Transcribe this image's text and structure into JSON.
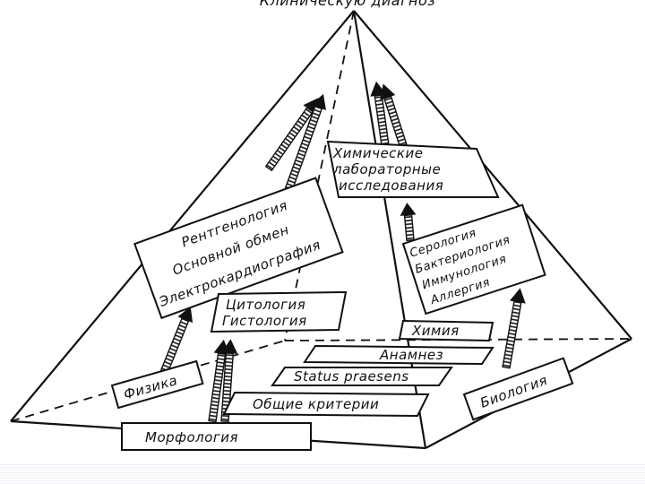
{
  "title": "Клиническую диагноз",
  "boxes": {
    "rentgen": [
      "Рентгенология",
      "Основной обмен",
      "Электрокардиография"
    ],
    "chem_lab": [
      "Химические",
      "лабораторные",
      "исследования"
    ],
    "serology": [
      "Серология",
      "Бактериология",
      "Иммунология",
      "Аллергия"
    ],
    "cytology": [
      "Цитология",
      "Гистология"
    ],
    "chemistry": "Химия",
    "anamnesis": "Анамнез",
    "status": "Status praesens",
    "general": "Общие    критерии",
    "physics": "Физика",
    "morphology": "Морфология",
    "biology": "Биология"
  },
  "colors": {
    "ink": "#111111",
    "paper": "#ffffff"
  }
}
